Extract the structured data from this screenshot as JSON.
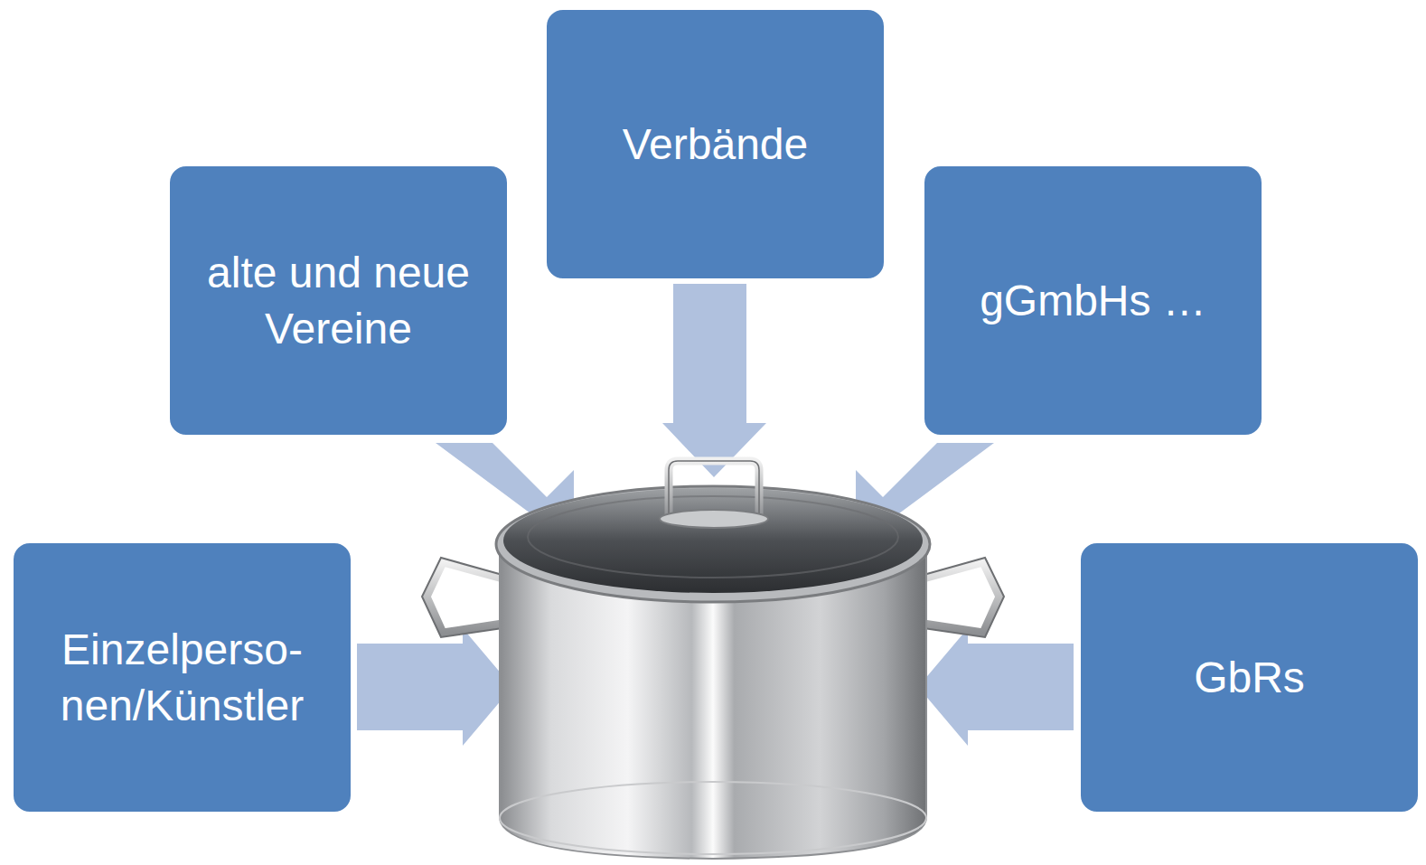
{
  "diagram": {
    "nodes": [
      {
        "text": [
          "Verbände"
        ]
      },
      {
        "text": [
          "alte und neue Vereine"
        ]
      },
      {
        "text": [
          "gGmbHs …"
        ]
      },
      {
        "text": [
          "Einzelperso- nen/Künstler"
        ]
      },
      {
        "text": [
          "GbRs"
        ]
      }
    ]
  }
}
